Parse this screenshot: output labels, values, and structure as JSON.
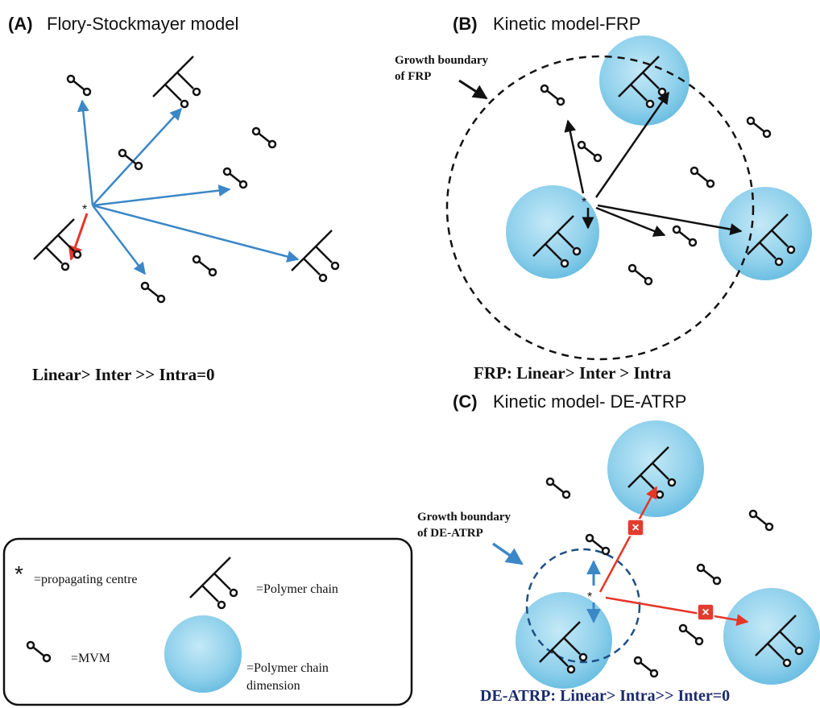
{
  "panels": {
    "a": {
      "letter": "(A)",
      "title": "Flory-Stockmayer model",
      "summary": "Linear> Inter >> Intra=0",
      "center_symbol": "*"
    },
    "b": {
      "letter": "(B)",
      "title": "Kinetic model-FRP",
      "boundary_line1": "Growth boundary",
      "boundary_line2": "of FRP",
      "summary": "FRP:  Linear> Inter > Intra",
      "center_symbol": "*"
    },
    "c": {
      "letter": "(C)",
      "title": "Kinetic model- DE-ATRP",
      "boundary_line1": "Growth boundary",
      "boundary_line2": "of DE-ATRP",
      "summary": "DE-ATRP:   Linear> Intra>> Inter=0",
      "center_symbol": "*",
      "blocked_mark": "×"
    }
  },
  "legend": {
    "star_symbol": "*",
    "propagating_centre": "=propagating centre",
    "polymer_chain": "=Polymer chain",
    "mvm": "=MVM",
    "dimension_line1": "=Polymer chain",
    "dimension_line2": "dimension"
  },
  "colors": {
    "arrow_blue": "#3b87c7",
    "arrow_red": "#e53628",
    "arrow_black": "#111111",
    "sphere_fill": "#7cc8e6",
    "boundary_blue": "#1e4f85",
    "summary_navy": "#1a2a6c",
    "blocked_box": "#e33b2e"
  }
}
